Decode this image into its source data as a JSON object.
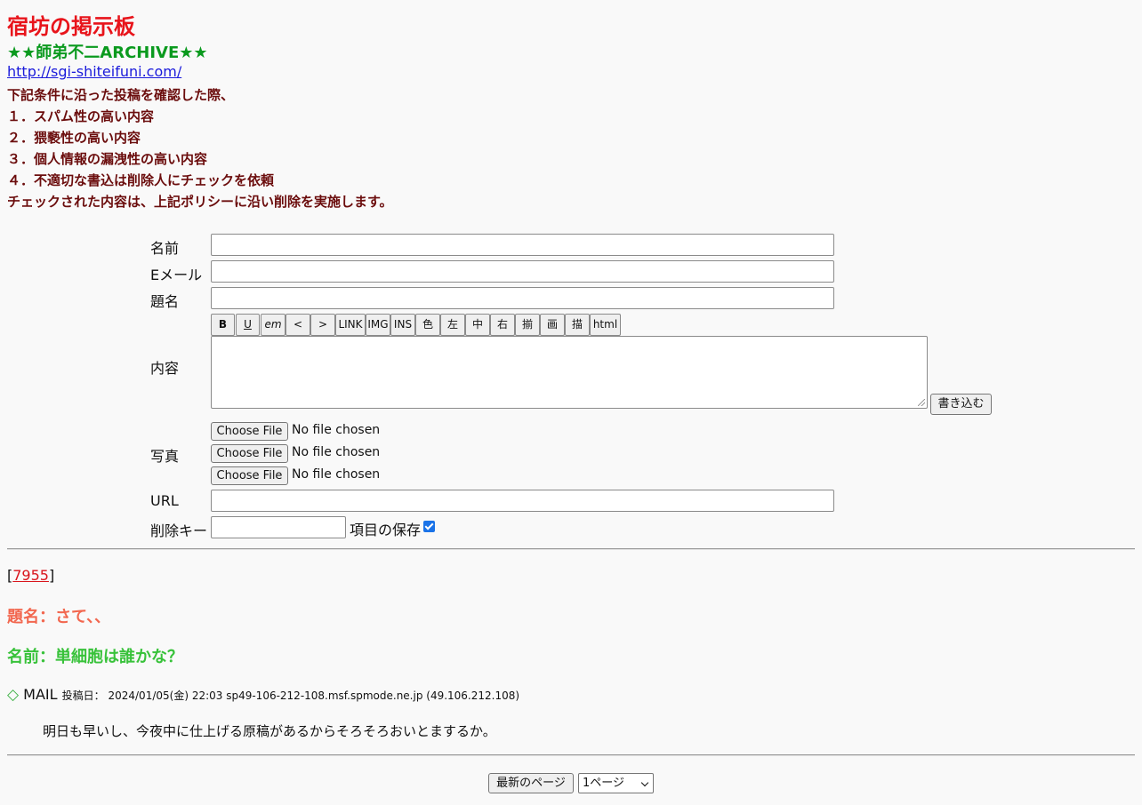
{
  "header": {
    "title": "宿坊の掲示板",
    "subtitle": "★★師弟不二ARCHIVE★★",
    "link": "http://sgi-shiteifuni.com/"
  },
  "notice": [
    "下記条件に沿った投稿を確認した際、",
    "１．スパム性の高い内容",
    "２．猥褻性の高い内容",
    "３．個人情報の漏洩性の高い内容",
    "４．不適切な書込は削除人にチェックを依頼",
    "チェックされた内容は、上記ポリシーに沿い削除を実施します。"
  ],
  "form": {
    "name_label": "名前",
    "email_label": "Eメール",
    "subject_label": "題名",
    "content_label": "内容",
    "photo_label": "写真",
    "url_label": "URL",
    "delkey_label": "削除キー",
    "save_label": "項目の保存",
    "save_checked": true,
    "submit_label": "書き込む",
    "file_button": "Choose File",
    "no_file": "No file chosen",
    "toolbar": [
      "B",
      "U",
      "em",
      "<",
      ">",
      "LINK",
      "IMG",
      "INS",
      "色",
      "左",
      "中",
      "右",
      "揃",
      "画",
      "描",
      "html"
    ]
  },
  "post": {
    "number": "7955",
    "subject": "題名：さて、、",
    "name": "名前：単細胞は誰かな？",
    "mail_icon": "◇",
    "mail_label": "MAIL",
    "meta": "投稿日： 2024/01/05(金) 22:03 sp49-106-212-108.msf.spmode.ne.jp (49.106.212.108)",
    "body": "明日も早いし、今夜中に仕上げる原稿があるからそろそろおいとまするか。"
  },
  "pager": {
    "latest_button": "最新のページ",
    "page_select": "1ページ"
  }
}
